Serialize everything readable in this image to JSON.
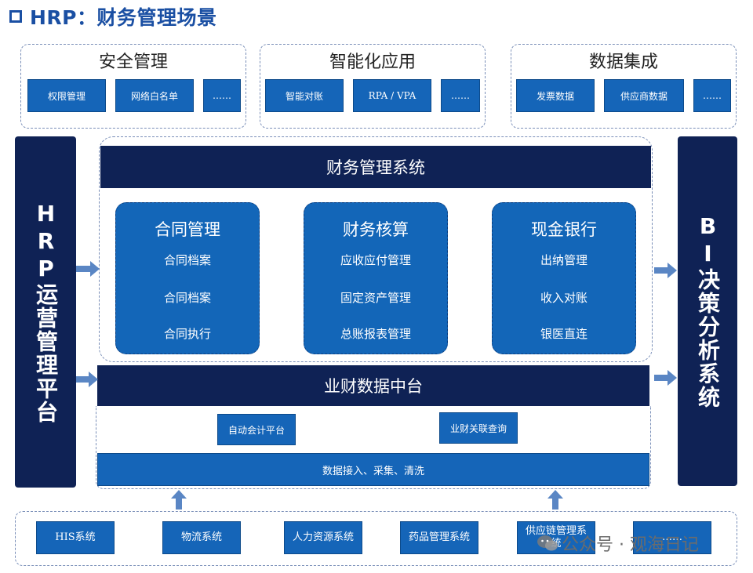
{
  "title": "HRP：财务管理场景",
  "top_groups": [
    {
      "title": "安全管理",
      "items": [
        "权限管理",
        "网络白名单",
        "……"
      ]
    },
    {
      "title": "智能化应用",
      "items": [
        "智能对账",
        "RPA / VPA",
        "……"
      ]
    },
    {
      "title": "数据集成",
      "items": [
        "发票数据",
        "供应商数据",
        "……"
      ]
    }
  ],
  "left_platform": "HRP运营管理平台",
  "right_platform": "BI决策分析系统",
  "finance_system": {
    "title": "财务管理系统",
    "modules": [
      {
        "title": "合同管理",
        "items": [
          "合同档案",
          "合同档案",
          "合同执行"
        ]
      },
      {
        "title": "财务核算",
        "items": [
          "应收应付管理",
          "固定资产管理",
          "总账报表管理"
        ]
      },
      {
        "title": "现金银行",
        "items": [
          "出纳管理",
          "收入对账",
          "银医直连"
        ]
      }
    ]
  },
  "data_platform": {
    "title": "业财数据中台",
    "items": [
      "自动会计平台",
      "业财关联查询"
    ],
    "bottom_bar": "数据接入、采集、清洗"
  },
  "sources": [
    "HIS系统",
    "物流系统",
    "人力资源系统",
    "药品管理系统",
    "供应链管理系统",
    "……"
  ],
  "watermark": "公众号 · 观海日记",
  "colors": {
    "navy": "#0f2255",
    "blue": "#1366b8",
    "title_blue": "#1a4fa3",
    "arrow": "#5a86c4"
  }
}
